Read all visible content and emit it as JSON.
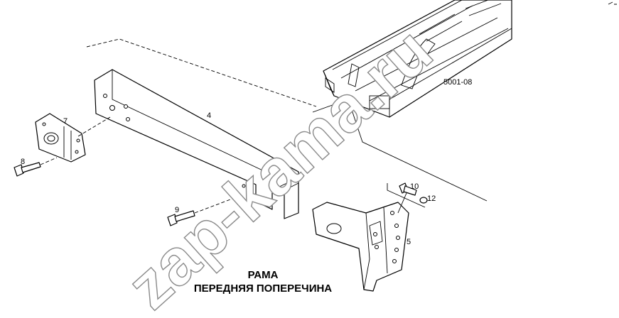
{
  "diagram": {
    "title_line1": "РАМА",
    "title_line2": "ПЕРЕДНЯЯ ПОПЕРЕЧИНА",
    "figure_code": "5001-08",
    "watermark": "zap-kama.ru",
    "part_labels": [
      {
        "id": "4",
        "label": "4"
      },
      {
        "id": "5",
        "label": "5"
      },
      {
        "id": "7",
        "label": "7"
      },
      {
        "id": "8",
        "label": "8"
      },
      {
        "id": "9",
        "label": "9"
      },
      {
        "id": "10",
        "label": "10"
      },
      {
        "id": "12",
        "label": "12"
      }
    ]
  }
}
